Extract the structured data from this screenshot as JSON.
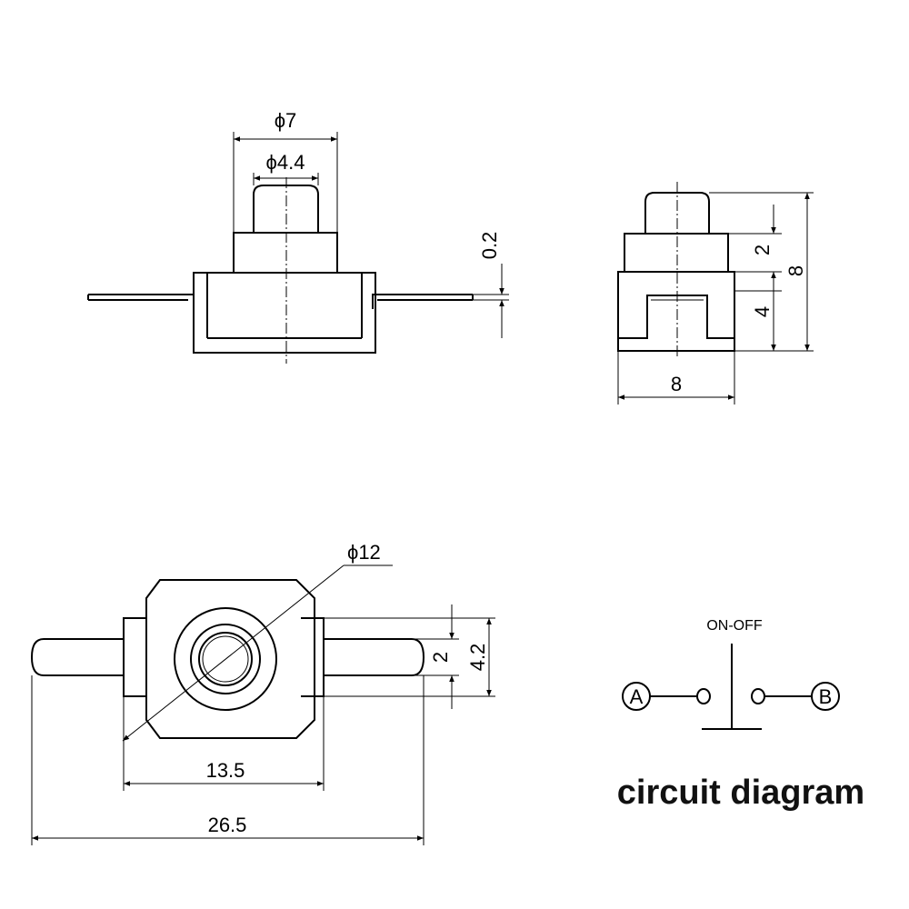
{
  "front_view": {
    "dim_outer_diameter": "ϕ7",
    "dim_inner_diameter": "ϕ4.4",
    "dim_lead_thickness": "0.2"
  },
  "side_view": {
    "dim_step_height": "2",
    "dim_body_height": "4",
    "dim_total_height": "8",
    "dim_width": "8"
  },
  "top_view": {
    "dim_diameter": "ϕ12",
    "dim_pin_width": "2",
    "dim_tab_width": "4.2",
    "dim_body_length": "13.5",
    "dim_total_length": "26.5"
  },
  "circuit": {
    "switch_label": "ON-OFF",
    "terminal_a": "A",
    "terminal_b": "B",
    "caption": "circuit diagram"
  }
}
